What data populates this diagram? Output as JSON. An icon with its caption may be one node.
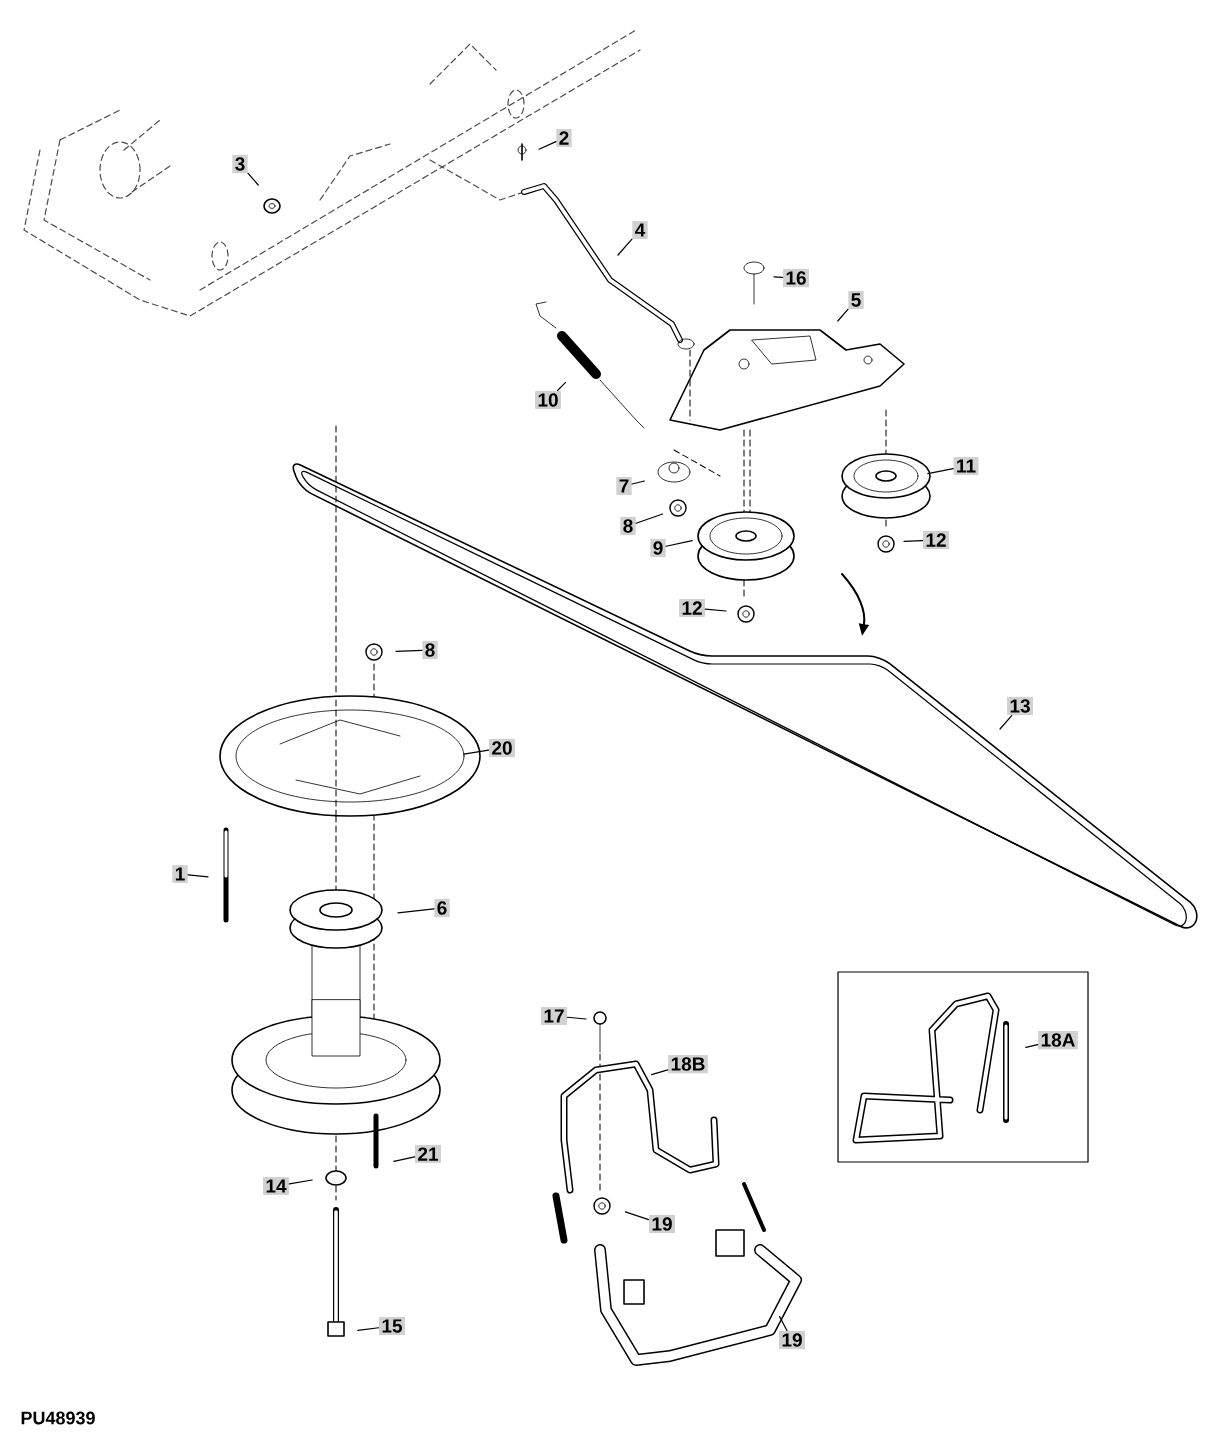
{
  "diagram": {
    "nodes": [
      {
        "text": [
          "2"
        ]
      },
      {
        "text": [
          "3"
        ]
      },
      {
        "text": [
          "4"
        ]
      },
      {
        "text": [
          "16"
        ]
      },
      {
        "text": [
          "5"
        ]
      },
      {
        "text": [
          "10"
        ]
      },
      {
        "text": [
          "11"
        ]
      },
      {
        "text": [
          "7"
        ]
      },
      {
        "text": [
          "8"
        ]
      },
      {
        "text": [
          "12"
        ]
      },
      {
        "text": [
          "9"
        ]
      },
      {
        "text": [
          "12"
        ]
      },
      {
        "text": [
          "8"
        ]
      },
      {
        "text": [
          "13"
        ]
      },
      {
        "text": [
          "20"
        ]
      },
      {
        "text": [
          "1"
        ]
      },
      {
        "text": [
          "6"
        ]
      },
      {
        "text": [
          "17"
        ]
      },
      {
        "text": [
          "18A"
        ]
      },
      {
        "text": [
          "18B"
        ]
      },
      {
        "text": [
          "21"
        ]
      },
      {
        "text": [
          "14"
        ]
      },
      {
        "text": [
          "19"
        ]
      },
      {
        "text": [
          "15"
        ]
      },
      {
        "text": [
          "19"
        ]
      }
    ],
    "edges": [
      {
        "from": 0,
        "to": null,
        "arrow": "none"
      },
      {
        "from": 1,
        "to": null,
        "arrow": "none"
      },
      {
        "from": 2,
        "to": null,
        "arrow": "none"
      },
      {
        "from": 3,
        "to": null,
        "arrow": "none"
      },
      {
        "from": 4,
        "to": null,
        "arrow": "none"
      },
      {
        "from": 5,
        "to": null,
        "arrow": "none"
      },
      {
        "from": 6,
        "to": null,
        "arrow": "none"
      },
      {
        "from": 7,
        "to": null,
        "arrow": "none"
      },
      {
        "from": 8,
        "to": null,
        "arrow": "none"
      },
      {
        "from": 9,
        "to": null,
        "arrow": "none"
      },
      {
        "from": 10,
        "to": null,
        "arrow": "none"
      },
      {
        "from": 11,
        "to": null,
        "arrow": "none"
      },
      {
        "from": 12,
        "to": null,
        "arrow": "none"
      },
      {
        "from": 13,
        "to": null,
        "arrow": "none"
      },
      {
        "from": 14,
        "to": null,
        "arrow": "none"
      },
      {
        "from": 15,
        "to": null,
        "arrow": "none"
      },
      {
        "from": 16,
        "to": null,
        "arrow": "none"
      },
      {
        "from": 17,
        "to": null,
        "arrow": "none"
      },
      {
        "from": 18,
        "to": null,
        "arrow": "none"
      },
      {
        "from": 19,
        "to": null,
        "arrow": "none"
      },
      {
        "from": 20,
        "to": null,
        "arrow": "none"
      },
      {
        "from": 21,
        "to": null,
        "arrow": "none"
      },
      {
        "from": 22,
        "to": null,
        "arrow": "none"
      },
      {
        "from": 23,
        "to": null,
        "arrow": "none"
      },
      {
        "from": 24,
        "to": null,
        "arrow": "none"
      }
    ],
    "labels": [
      "PU48939"
    ]
  }
}
